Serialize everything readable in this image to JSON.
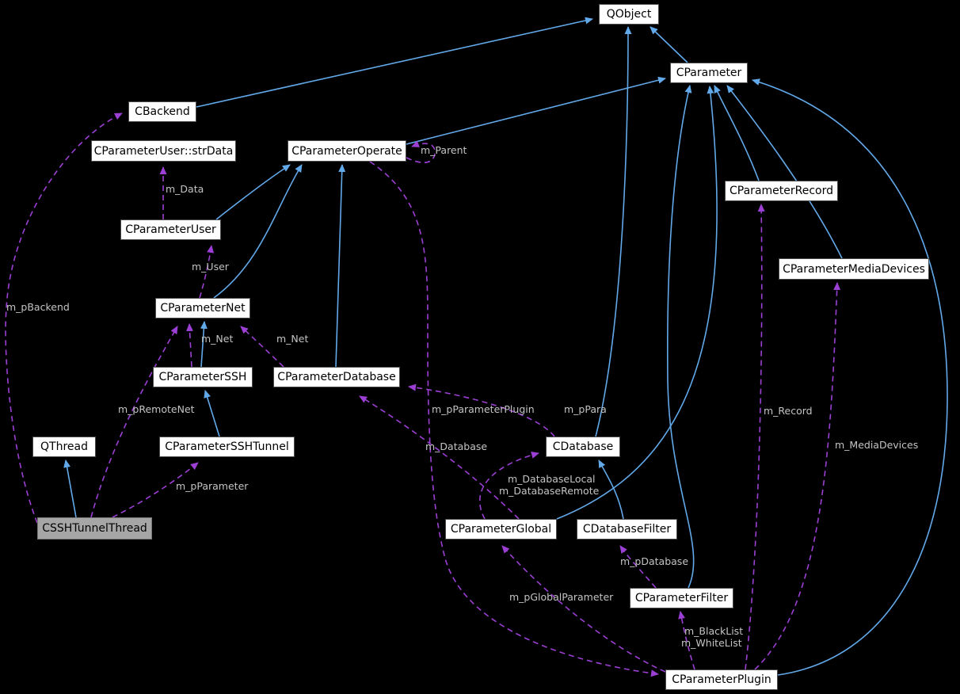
{
  "diagram": {
    "type": "class-collaboration-graph",
    "colors": {
      "bg": "#000000",
      "inheritance_edge": "#62a9ea",
      "usage_edge": "#9c3fd4",
      "edge_label": "#c4c4c4",
      "node_fill": "#ffffff",
      "node_border": "#4a4a4a",
      "node_text": "#000000",
      "highlight_fill": "#a6a6a6",
      "highlight_border": "#757575"
    },
    "nodes": {
      "qobject": {
        "label": "QObject"
      },
      "cparameter": {
        "label": "CParameter"
      },
      "cbackend": {
        "label": "CBackend"
      },
      "strdata": {
        "label": "CParameterUser::strData"
      },
      "cparameteroperate": {
        "label": "CParameterOperate"
      },
      "cparameterrecord": {
        "label": "CParameterRecord"
      },
      "cparameteruser": {
        "label": "CParameterUser"
      },
      "cparametermediadevices": {
        "label": "CParameterMediaDevices"
      },
      "cparameternet": {
        "label": "CParameterNet"
      },
      "cparameterssh": {
        "label": "CParameterSSH"
      },
      "cparameterdatabase": {
        "label": "CParameterDatabase"
      },
      "qthread": {
        "label": "QThread"
      },
      "cparametersshtunnel": {
        "label": "CParameterSSHTunnel"
      },
      "cdatabase": {
        "label": "CDatabase"
      },
      "csshtunnelthread": {
        "label": "CSSHTunnelThread",
        "highlighted": true
      },
      "cparameterglobal": {
        "label": "CParameterGlobal"
      },
      "cdatabasefilter": {
        "label": "CDatabaseFilter"
      },
      "cparameterfilter": {
        "label": "CParameterFilter"
      },
      "cparameterplugin": {
        "label": "CParameterPlugin"
      }
    },
    "edge_labels": {
      "m_parent": "m_Parent",
      "m_data": "m_Data",
      "m_user": "m_User",
      "m_pbackend": "m_pBackend",
      "m_net": "m_Net",
      "m_premotenet": "m_pRemoteNet",
      "m_pparameterplugin": "m_pParameterPlugin",
      "m_ppara": "m_pPara",
      "m_database": "m_Database",
      "m_record": "m_Record",
      "m_mediadevices": "m_MediaDevices",
      "m_databaselocal": "m_DatabaseLocal",
      "m_databaseremote": "m_DatabaseRemote",
      "m_pparameter": "m_pParameter",
      "m_pdatabase": "m_pDatabase",
      "m_pglobalparameter": "m_pGlobalParameter",
      "m_blacklist": "m_BlackList",
      "m_whitelist": "m_WhiteList"
    }
  }
}
